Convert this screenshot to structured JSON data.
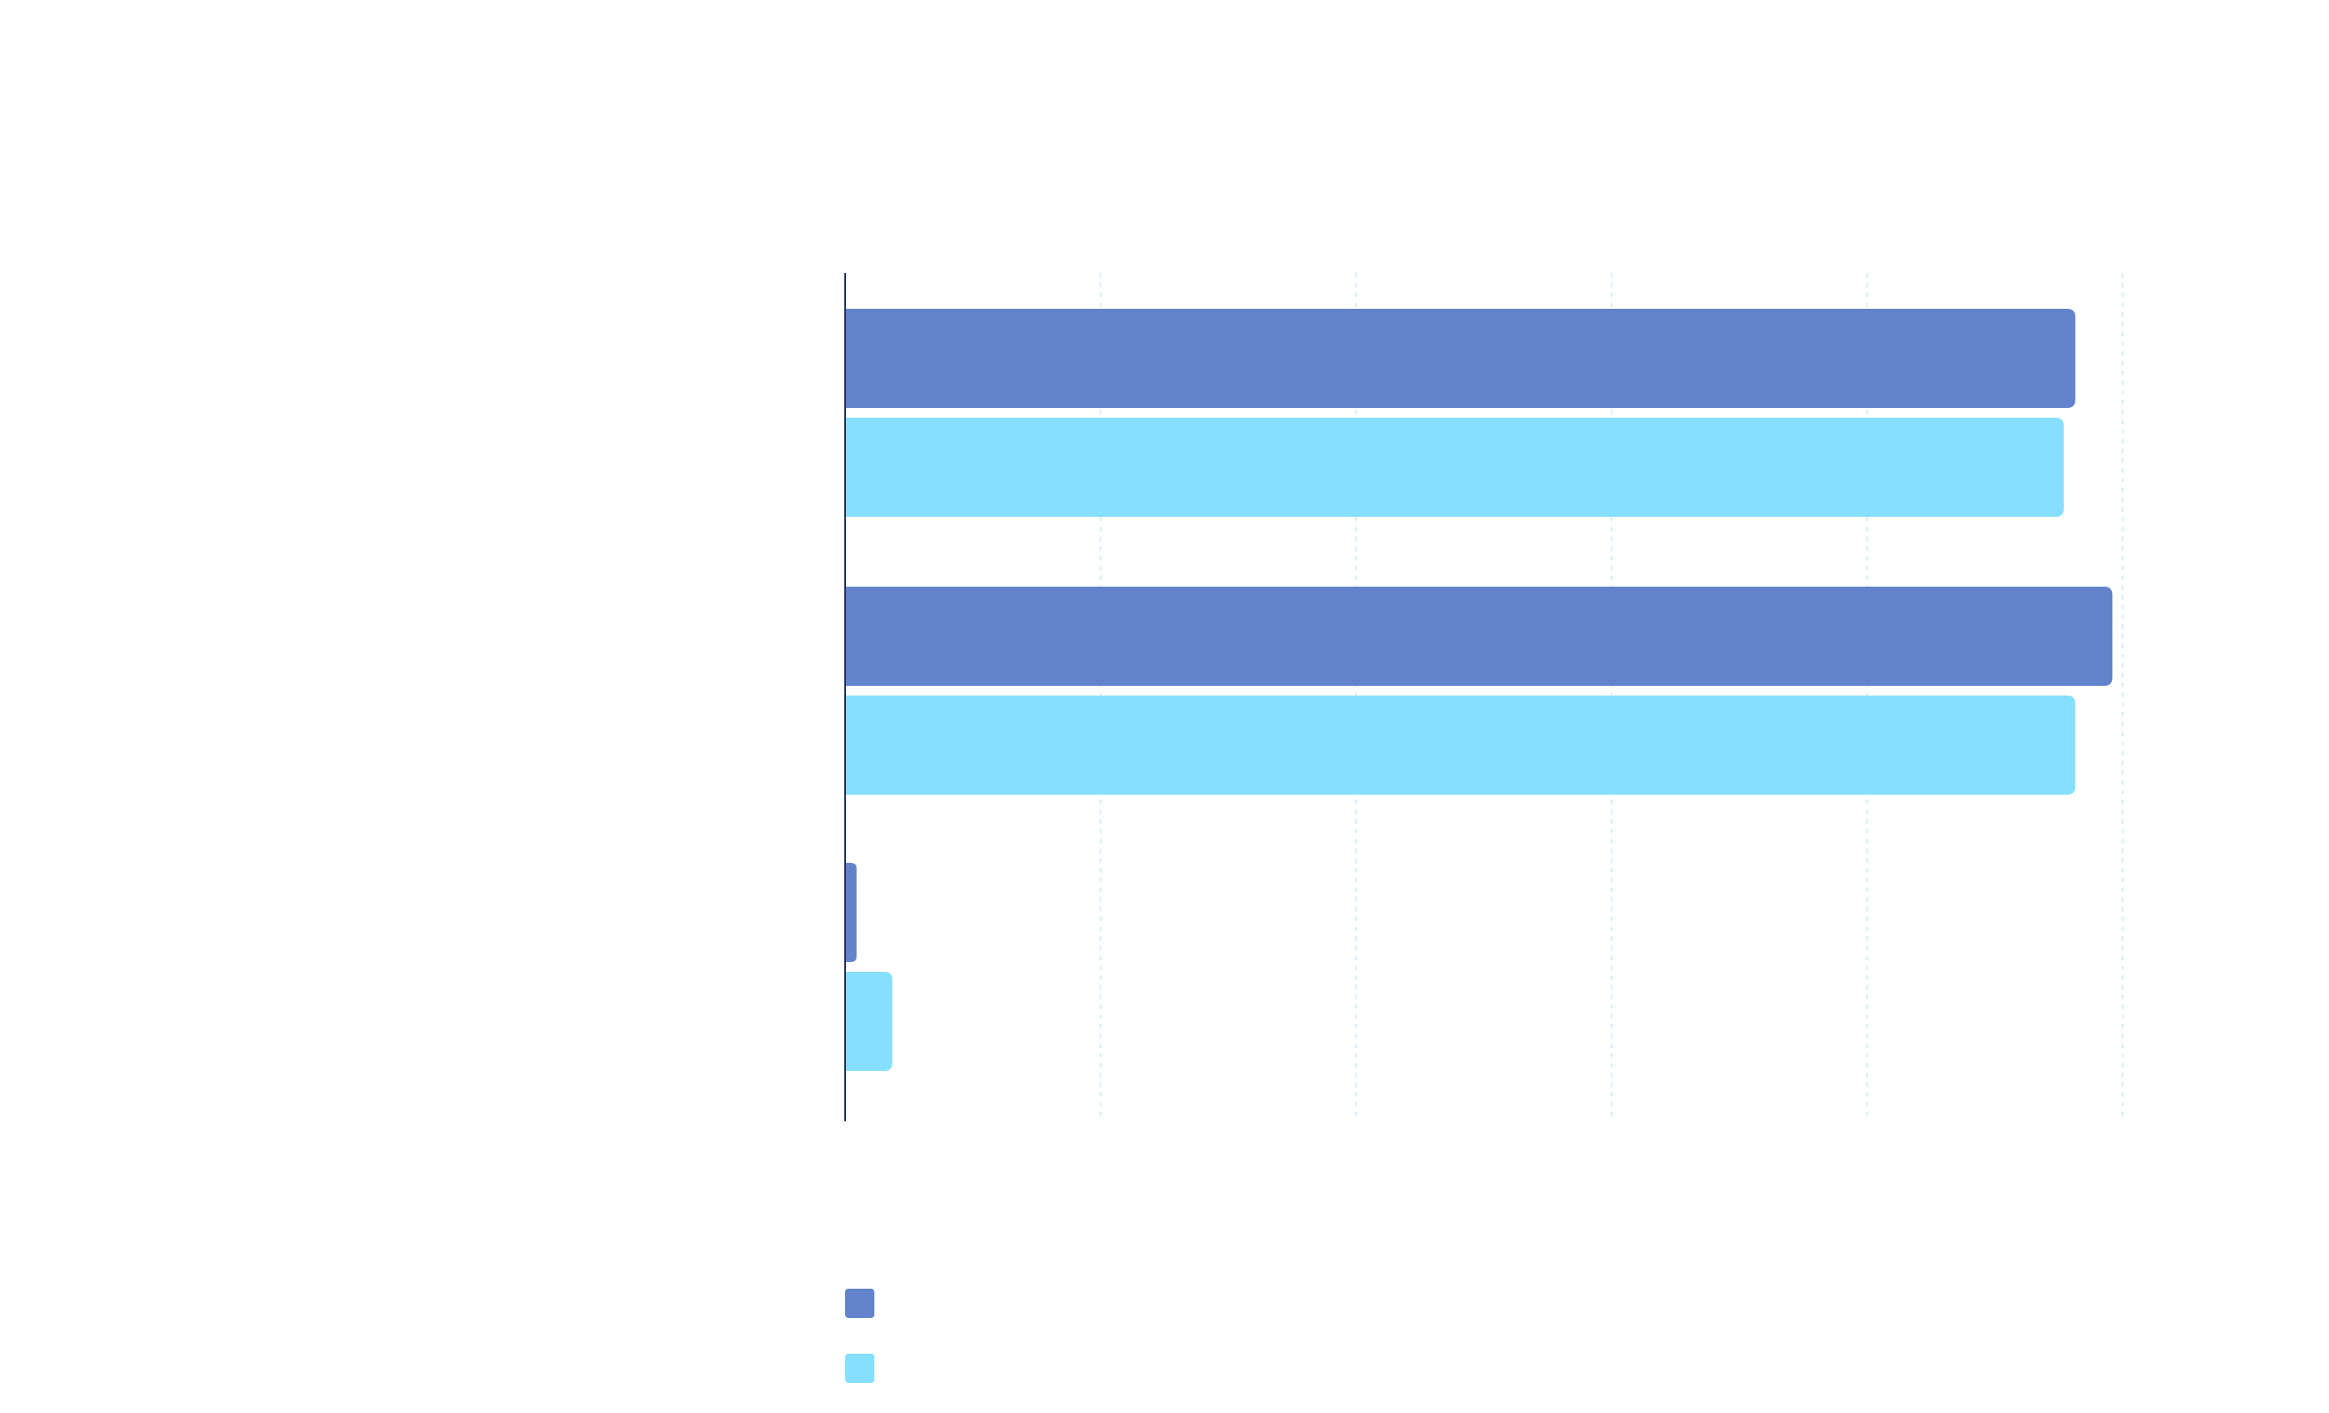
{
  "chart_data": {
    "type": "bar",
    "orientation": "horizontal",
    "categories": [
      "",
      "",
      ""
    ],
    "series": [
      {
        "color": "#6283cc",
        "values": [
          96.3,
          99.2,
          0.9
        ]
      },
      {
        "color": "#86dfff",
        "values": [
          95.4,
          96.3,
          3.7
        ]
      }
    ],
    "xlim": [
      0,
      100
    ],
    "grid": "vertical dashed",
    "legend": "bottom-left"
  }
}
